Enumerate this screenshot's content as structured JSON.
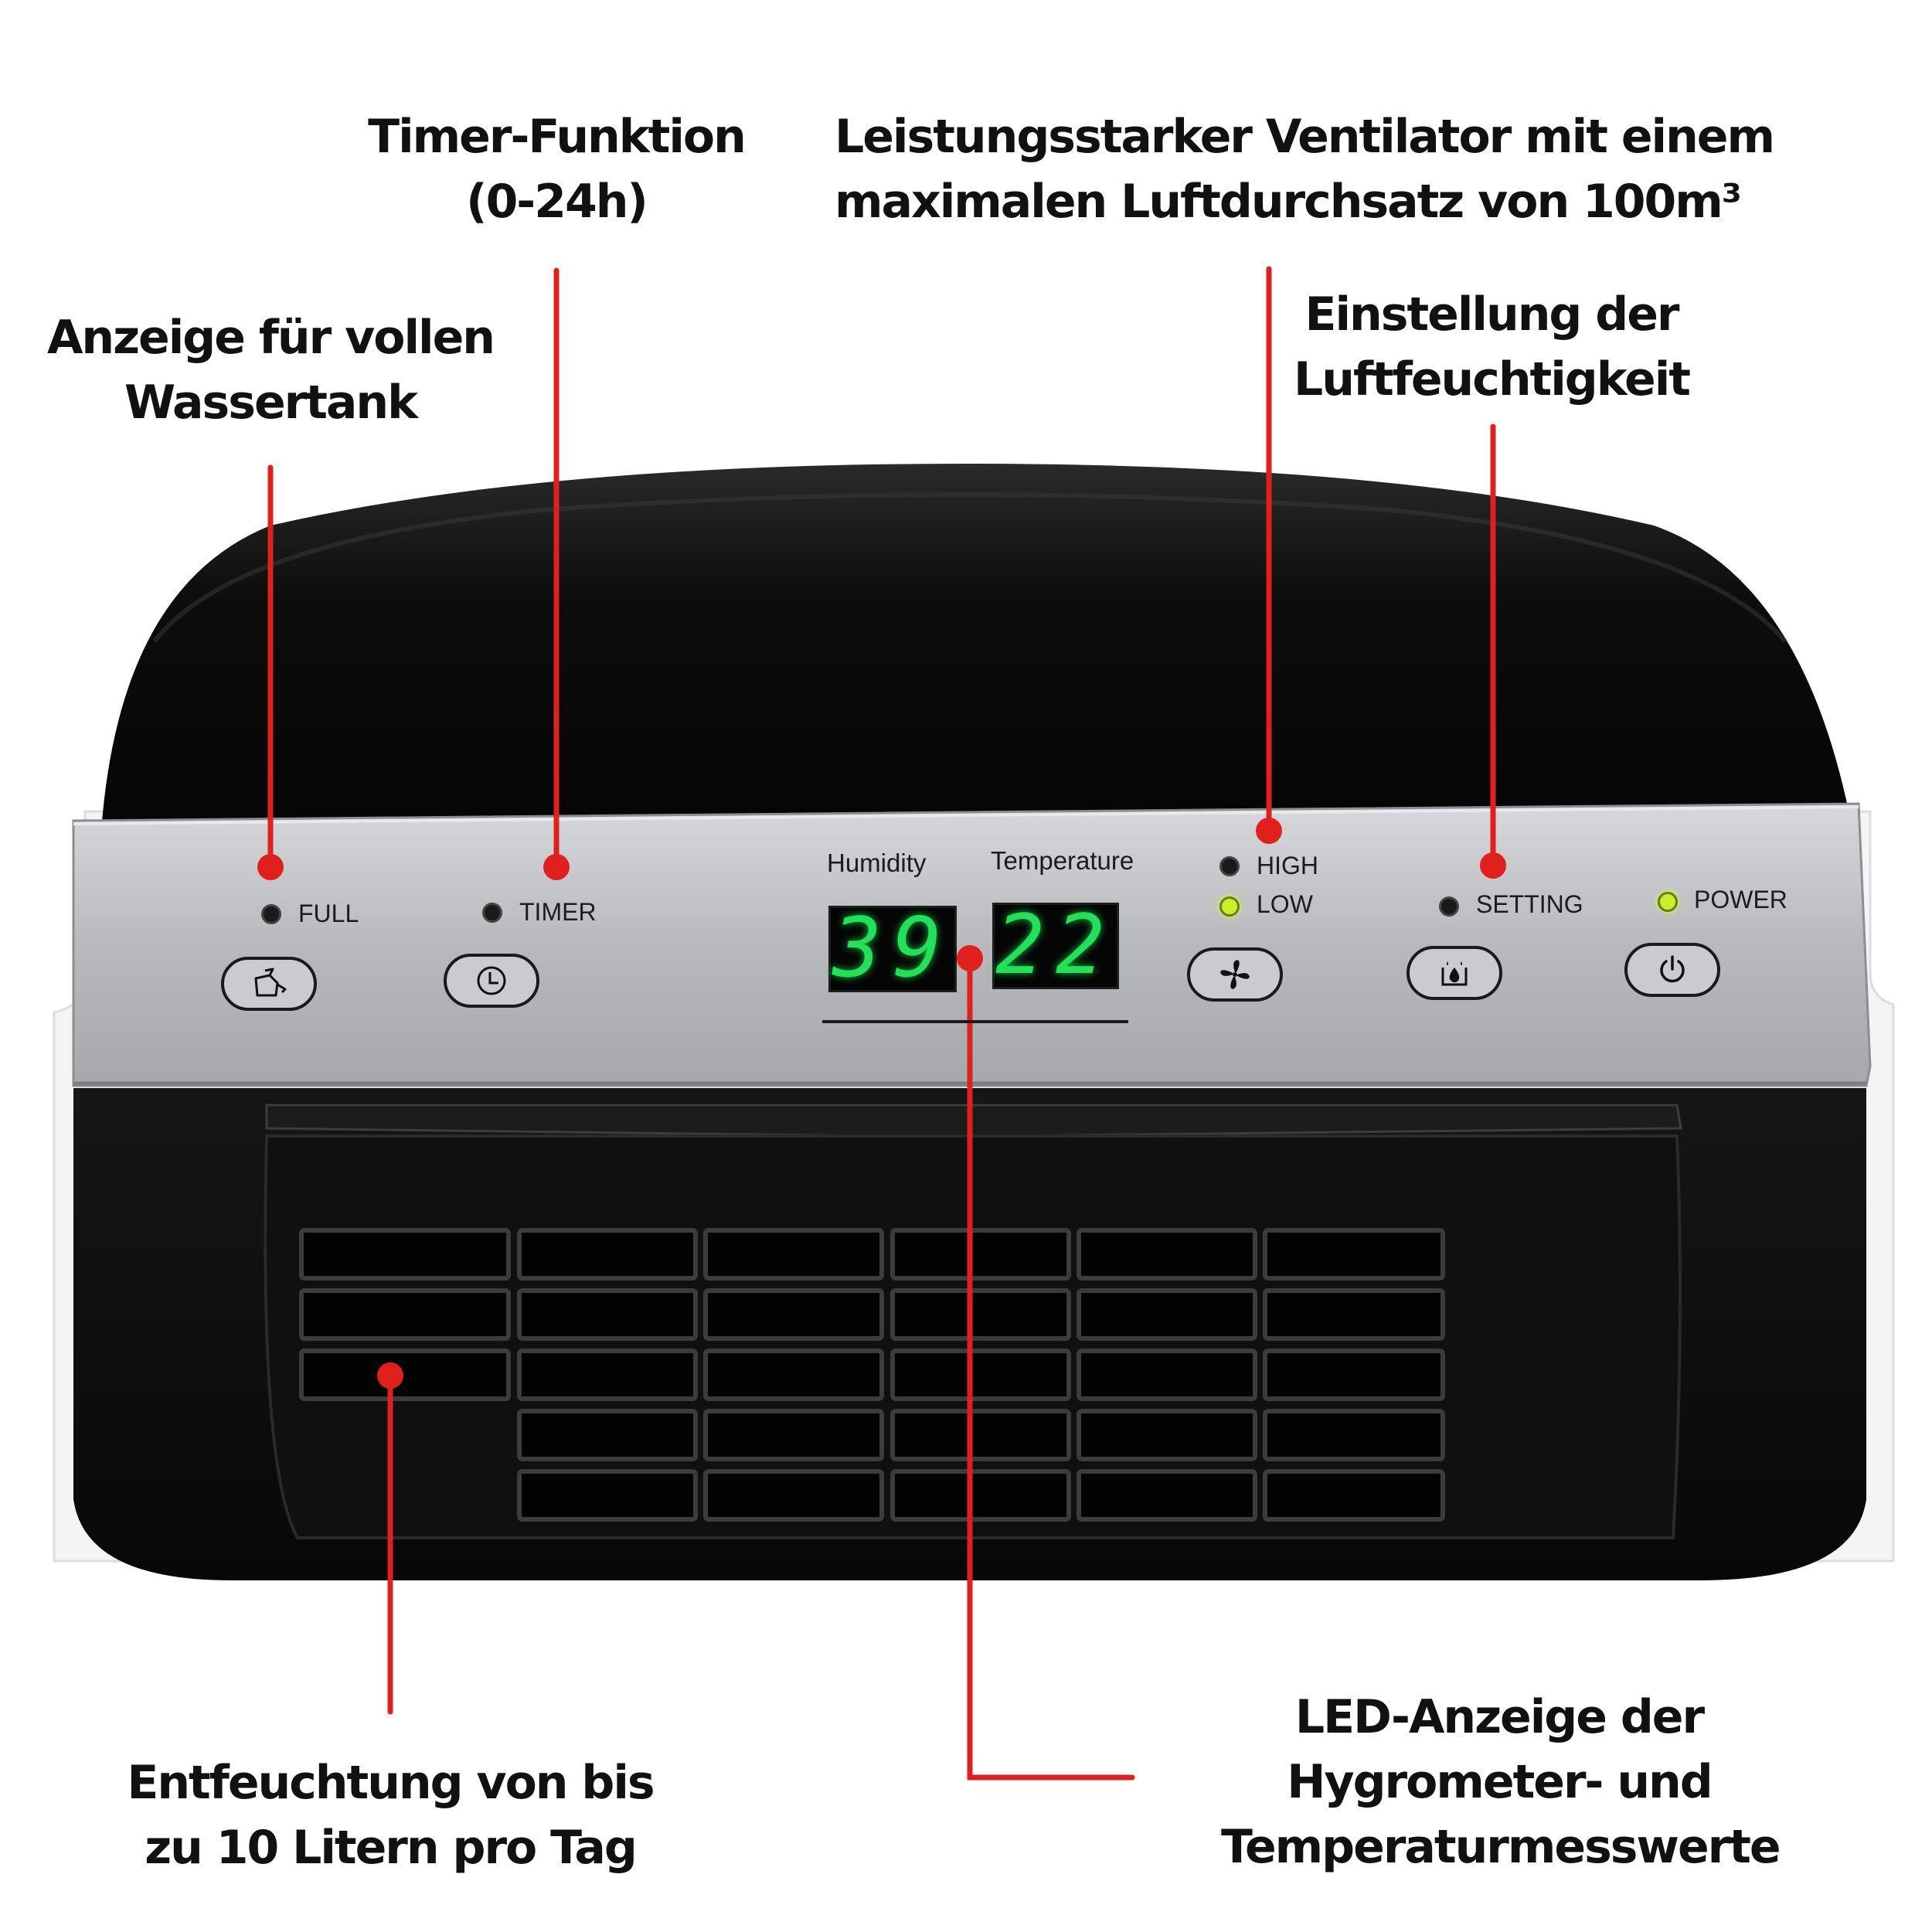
{
  "callouts": {
    "timer": [
      "Timer-Funktion",
      "(0-24h)"
    ],
    "fan": [
      "Leistungsstarker Ventilator mit einem",
      "maximalen Luftdurchsatz von 100m³"
    ],
    "full": [
      "Anzeige für vollen",
      "Wassertank"
    ],
    "humidity_setting": [
      "Einstellung der",
      "Luftfeuchtigkeit"
    ],
    "dehumidify": [
      "Entfeuchtung von bis",
      "zu 10 Litern pro Tag"
    ],
    "led_display": [
      "LED-Anzeige der",
      "Hygrometer- und",
      "Temperaturmesswerte"
    ]
  },
  "panel": {
    "full_label": "FULL",
    "timer_label": "TIMER",
    "humidity_title": "Humidity",
    "temperature_title": "Temperature",
    "high_label": "HIGH",
    "low_label": "LOW",
    "setting_label": "SETTING",
    "power_label": "POWER",
    "humidity_value": "39",
    "temperature_value": "22"
  },
  "leds": {
    "full": "off",
    "timer": "off",
    "high": "off",
    "low": "on",
    "setting": "off",
    "power": "on"
  },
  "icons": [
    "water-tank-icon",
    "clock-icon",
    "fan-icon",
    "humidity-drop-icon",
    "power-icon"
  ],
  "colors": {
    "callout_line": "#e0201c",
    "display_digits": "#22e05a",
    "panel": "#b9bbbe",
    "housing": "#0c0c0c"
  }
}
